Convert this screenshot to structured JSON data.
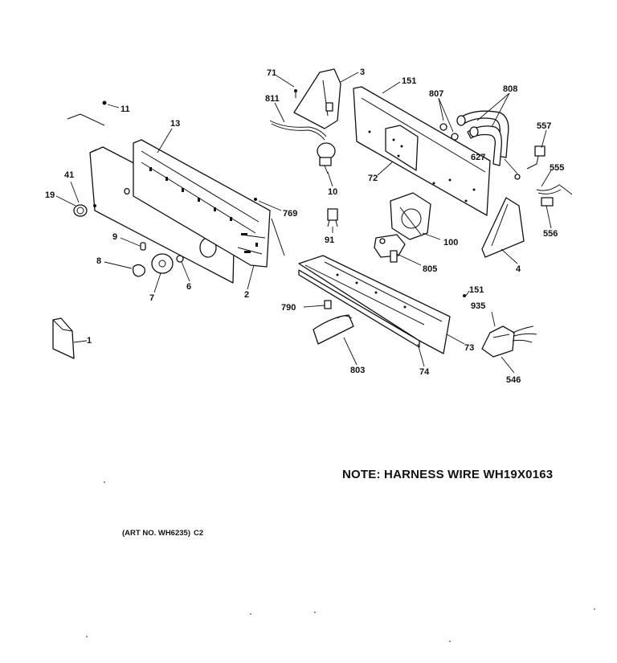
{
  "diagram": {
    "note": "NOTE: HARNESS WIRE WH19X0163",
    "art_number": "(ART NO. WH6235)",
    "art_suffix": "C2",
    "callouts": [
      "71",
      "3",
      "151",
      "807",
      "808",
      "811",
      "11",
      "13",
      "41",
      "19",
      "10",
      "72",
      "557",
      "627",
      "555",
      "556",
      "769",
      "91",
      "100",
      "9",
      "8",
      "6",
      "7",
      "2",
      "805",
      "4",
      "151",
      "790",
      "935",
      "73",
      "74",
      "803",
      "546",
      "1"
    ]
  }
}
